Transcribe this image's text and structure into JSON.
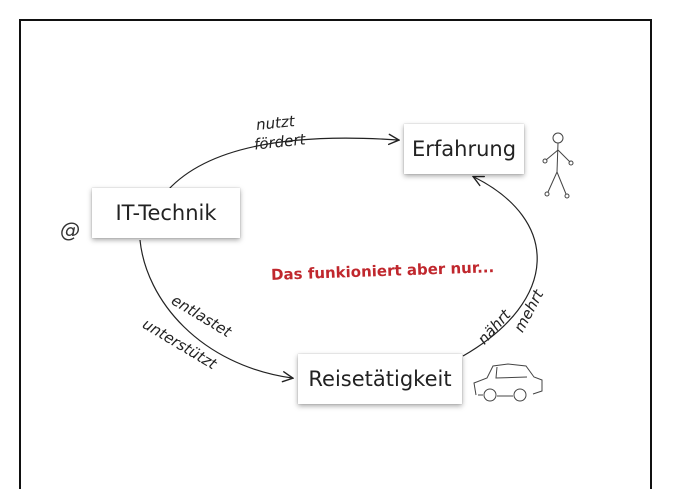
{
  "nodes": {
    "it_technik": "IT-Technik",
    "erfahrung": "Erfahrung",
    "reisetaetigkeit": "Reisetätigkeit"
  },
  "edges": {
    "it_to_erfahrung": [
      "nutzt",
      "fördert"
    ],
    "it_to_reise": [
      "entlastet",
      "unterstützt"
    ],
    "reise_to_erfahrung": [
      "nährt",
      "mehrt"
    ]
  },
  "center_message": "Das funkioniert aber nur...",
  "at_symbol": "@",
  "icons": {
    "person": "stick-figure-icon",
    "car": "car-icon"
  },
  "colors": {
    "center_message": "#c0272d",
    "lines": "#222222"
  }
}
